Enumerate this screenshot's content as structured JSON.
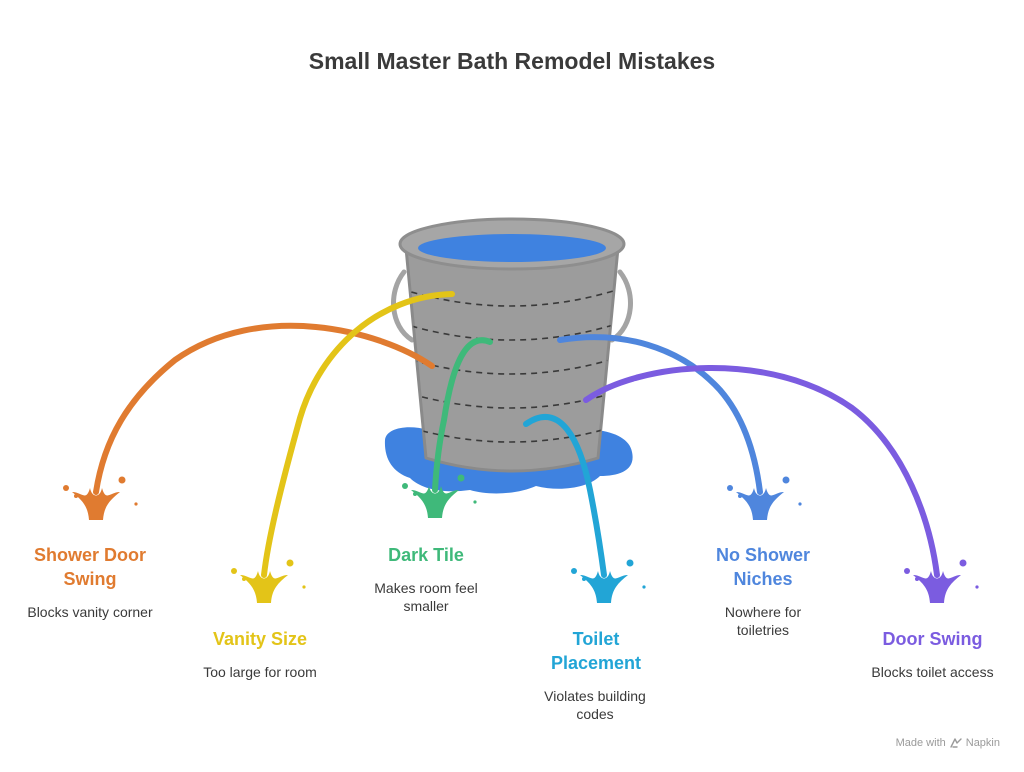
{
  "title": "Small Master Bath Remodel Mistakes",
  "items": [
    {
      "label": "Shower Door Swing",
      "desc": "Blocks vanity corner",
      "color": "#E07B30"
    },
    {
      "label": "Vanity Size",
      "desc": "Too large for room",
      "color": "#E3C418"
    },
    {
      "label": "Dark Tile",
      "desc": "Makes room feel smaller",
      "color": "#3FB97A"
    },
    {
      "label": "Toilet Placement",
      "desc": "Violates building codes",
      "color": "#22A5D6"
    },
    {
      "label": "No Shower Niches",
      "desc": "Nowhere for toiletries",
      "color": "#4F86DD"
    },
    {
      "label": "Door Swing",
      "desc": "Blocks toilet access",
      "color": "#7B5CE0"
    }
  ],
  "footer": {
    "made_with": "Made with",
    "brand": "Napkin"
  },
  "icons": {
    "center": "leaking-bucket-icon",
    "splash": "splash-icon",
    "brand": "napkin-logo-icon"
  },
  "colors": {
    "bucket": "#9C9C9C",
    "water": "#3F82E0",
    "outline": "#7E7E7E"
  }
}
